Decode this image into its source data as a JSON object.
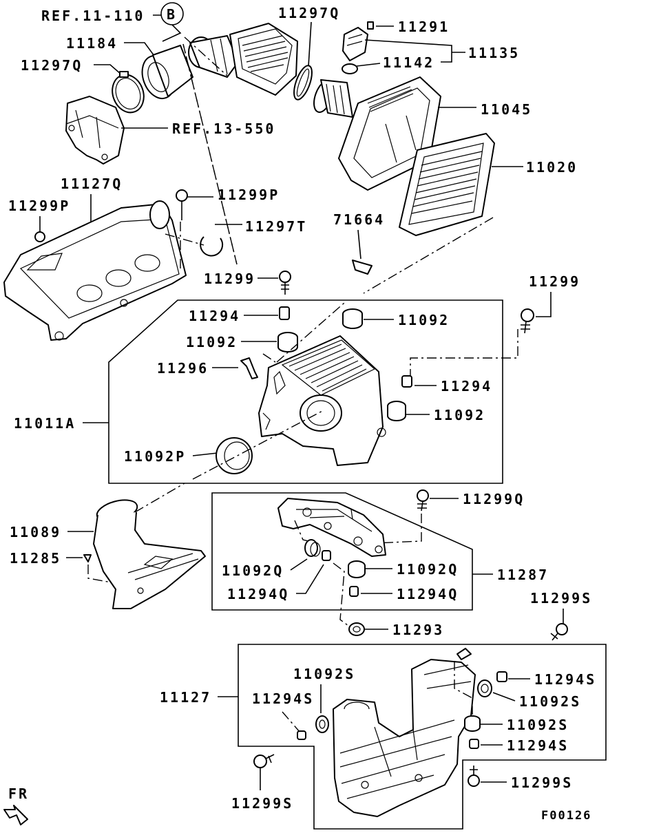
{
  "diagram": {
    "code": "F00126",
    "direction_label": "FR",
    "ref_circle_letter": "B",
    "labels": {
      "ref_11_110": "REF.11-110",
      "ref_13_550": "REF.13-550",
      "p11184": "11184",
      "p11297q_a": "11297Q",
      "p11297q_b": "11297Q",
      "p11291": "11291",
      "p11142": "11142",
      "p11135": "11135",
      "p11045": "11045",
      "p11020": "11020",
      "p11127q": "11127Q",
      "p11299p_a": "11299P",
      "p11299p_b": "11299P",
      "p11297t": "11297T",
      "p71664": "71664",
      "p11299_a": "11299",
      "p11299_b": "11299",
      "p11294_a": "11294",
      "p11294_b": "11294",
      "p11092_a": "11092",
      "p11092_b": "11092",
      "p11092_c": "11092",
      "p11296": "11296",
      "p11011a": "11011A",
      "p11092p": "11092P",
      "p11299q": "11299Q",
      "p11089": "11089",
      "p11285": "11285",
      "p11092q_a": "11092Q",
      "p11092q_b": "11092Q",
      "p11287": "11287",
      "p11294q_a": "11294Q",
      "p11294q_b": "11294Q",
      "p11293": "11293",
      "p11299s_a": "11299S",
      "p11299s_b": "11299S",
      "p11299s_c": "11299S",
      "p11127": "11127",
      "p11092s_a": "11092S",
      "p11092s_b": "11092S",
      "p11092s_c": "11092S",
      "p11294s_a": "11294S",
      "p11294s_b": "11294S",
      "p11294s_c": "11294S"
    }
  }
}
